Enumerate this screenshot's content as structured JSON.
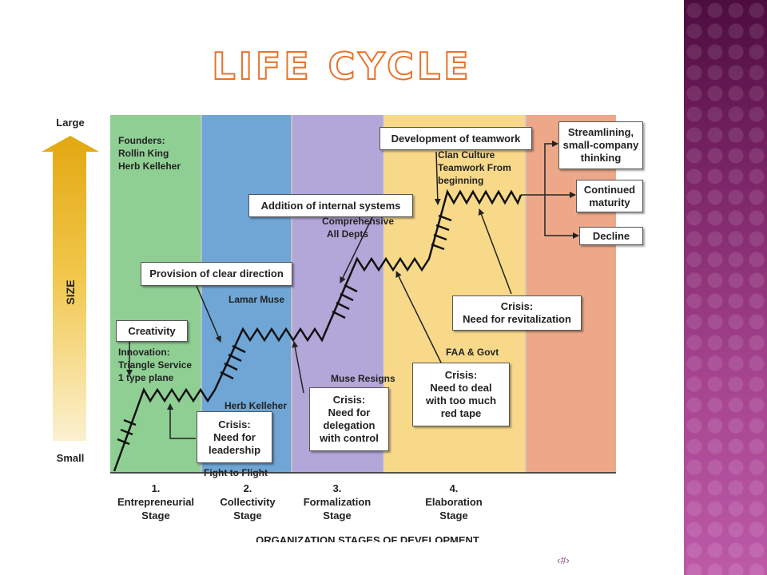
{
  "slide": {
    "title": "Life Cycle",
    "page_number": "‹#›"
  },
  "axis": {
    "large": "Large",
    "small": "Small",
    "size": "SIZE",
    "x_title": "ORGANIZATION STAGES OF DEVELOPMENT"
  },
  "stages": [
    {
      "number": "1.",
      "name": "Entrepreneurial",
      "suffix": "Stage",
      "color": "#8fcf94"
    },
    {
      "number": "2.",
      "name": "Collectivity",
      "suffix": "Stage",
      "color": "#6fa6d6"
    },
    {
      "number": "3.",
      "name": "Formalization",
      "suffix": "Stage",
      "color": "#b3a6d9"
    },
    {
      "number": "4.",
      "name": "Elaboration",
      "suffix": "Stage",
      "color": "#f8d98a"
    },
    {
      "number": "",
      "name": "",
      "suffix": "",
      "color": "#eda889"
    }
  ],
  "boxes": {
    "creativity": "Creativity",
    "clear_direction": "Provision of clear direction",
    "internal_systems": "Addition of internal systems",
    "teamwork": "Development of teamwork",
    "leadership": [
      "Crisis:",
      "Need for",
      "leadership"
    ],
    "delegation": [
      "Crisis:",
      "Need for",
      "delegation",
      "with control"
    ],
    "red_tape": [
      "Crisis:",
      "Need to deal",
      "with too much",
      "red tape"
    ],
    "revitalization": [
      "Crisis:",
      "Need for revitalization"
    ],
    "streamlining": [
      "Streamlining,",
      "small-company",
      "thinking"
    ],
    "maturity": [
      "Continued",
      "maturity"
    ],
    "decline": "Decline"
  },
  "annotations": {
    "founders": [
      "Founders:",
      "Rollin King",
      "Herb Kelleher"
    ],
    "innovation": [
      "Innovation:",
      "Triangle Service",
      "1 type plane"
    ],
    "herb": "Herb Kelleher",
    "fight": "Fight to Flight",
    "lamar": "Lamar Muse",
    "muse_resigns": "Muse Resigns",
    "comprehensive": [
      "Comprehensive",
      "All Depts"
    ],
    "faa": "FAA & Govt",
    "clan": [
      "Clan Culture",
      "Teamwork From",
      "beginning"
    ]
  }
}
